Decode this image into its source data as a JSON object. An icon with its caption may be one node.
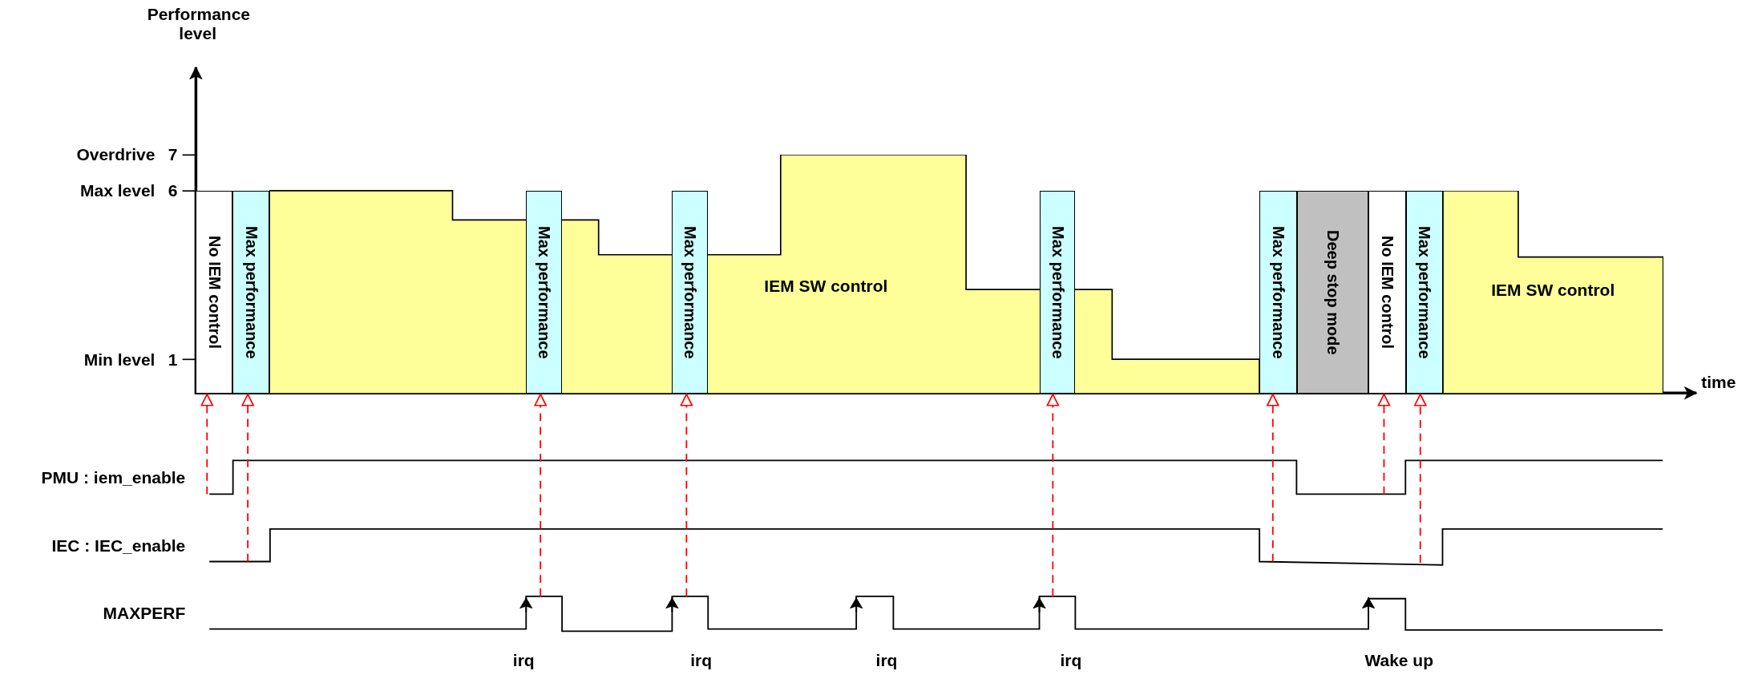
{
  "diagram": {
    "nodes": [
      {
        "text": [
          "No IEM control"
        ]
      },
      {
        "text": [
          "Max performance"
        ]
      },
      {
        "text": [
          "IEM SW control"
        ]
      },
      {
        "text": [
          "Max performance"
        ],
        "in": 2
      },
      {
        "text": [
          "Max performance"
        ],
        "in": 2
      },
      {
        "text": [
          "Max performance"
        ],
        "in": 2
      },
      {
        "text": [
          "Max performance"
        ]
      },
      {
        "text": [
          "Deep stop mode"
        ]
      },
      {
        "text": [
          "No IEM control"
        ]
      },
      {
        "text": [
          "Max performance"
        ]
      },
      {
        "text": [
          "IEM SW control"
        ]
      }
    ],
    "edges": [
      {
        "from": null,
        "to": 0,
        "arrow": "to",
        "style": "dashed"
      },
      {
        "from": null,
        "to": 1,
        "arrow": "to",
        "style": "dashed"
      },
      {
        "from": null,
        "to": 3,
        "arrow": "to",
        "style": "dashed"
      },
      {
        "from": null,
        "to": 4,
        "arrow": "to",
        "style": "dashed"
      },
      {
        "from": null,
        "to": 5,
        "arrow": "to",
        "style": "dashed"
      },
      {
        "from": null,
        "to": 6,
        "arrow": "to",
        "style": "dashed"
      },
      {
        "from": null,
        "to": 8,
        "arrow": "to",
        "style": "dashed"
      },
      {
        "from": null,
        "to": 9,
        "arrow": "to",
        "style": "dashed"
      }
    ],
    "labels": [
      "Performance level",
      "Overdrive",
      "7",
      "Max level",
      "6",
      "Min level",
      "1",
      "time",
      "PMU : iem_enable",
      "IEC : IEC_enable",
      "MAXPERF",
      "irq",
      "irq",
      "irq",
      "irq",
      "Wake up"
    ]
  }
}
